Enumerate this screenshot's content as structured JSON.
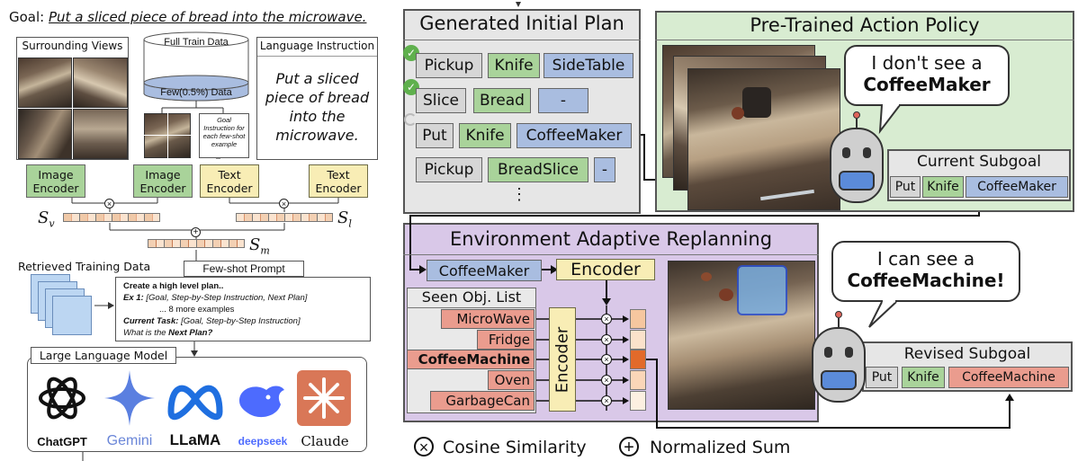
{
  "left": {
    "goal_label": "Goal:",
    "goal_text": "Put a sliced piece of bread into the microwave.",
    "surrounding_views": "Surrounding Views",
    "full_train_data": "Full Train Data",
    "few_data": "Few(0.5%) Data",
    "goal_instruction_note": "Goal Instruction for each few-shot example",
    "language_instruction_title": "Language Instruction",
    "language_instruction_text": "Put a sliced piece of bread into the microwave.",
    "image_encoder_1": "Image Encoder",
    "image_encoder_2": "Image Encoder",
    "text_encoder_1": "Text Encoder",
    "text_encoder_2": "Text Encoder",
    "sv": "S",
    "sv_sub": "v",
    "sl": "S",
    "sl_sub": "l",
    "sm": "S",
    "sm_sub": "m",
    "retrieved": "Retrieved Training Data",
    "few_shot_prompt": "Few-shot Prompt",
    "prompt_line1": "Create a high level plan..",
    "prompt_line2_label": "Ex 1:",
    "prompt_line2_text": "[Goal, Step-by-Step Instruction, Next Plan]",
    "prompt_line3": "... 8 more examples",
    "prompt_line4_label": "Current Task:",
    "prompt_line4_text": "[Goal, Step-by-Step Instruction]",
    "prompt_line5_text": "What is the",
    "prompt_line5_bold": "Next Plan?",
    "llm_title": "Large Language Model",
    "logos": [
      "ChatGPT",
      "Gemini",
      "LLaMA",
      "deepseek",
      "Claude"
    ]
  },
  "plan": {
    "title": "Generated Initial Plan",
    "rows": [
      {
        "action": "Pickup",
        "object": "Knife",
        "target": "SideTable"
      },
      {
        "action": "Slice",
        "object": "Bread",
        "target": "-"
      },
      {
        "action": "Put",
        "object": "Knife",
        "target": "CoffeeMaker"
      },
      {
        "action": "Pickup",
        "object": "BreadSlice",
        "target": "-"
      }
    ],
    "more": "⋮"
  },
  "policy": {
    "title": "Pre-Trained Action Policy",
    "bubble_line1": "I don't see a",
    "bubble_line2": "CoffeeMaker",
    "current_subgoal_title": "Current Subgoal",
    "current_subgoal": [
      "Put",
      "Knife",
      "CoffeeMaker"
    ]
  },
  "replan": {
    "title": "Environment Adaptive Replanning",
    "query": "CoffeeMaker",
    "encoder_top": "Encoder",
    "encoder_side": "Encoder",
    "seen_list_title": "Seen Obj. List",
    "objects": [
      "MicroWave",
      "Fridge",
      "CoffeeMachine",
      "Oven",
      "GarbageCan"
    ],
    "bubble_line1": "I can see a",
    "bubble_line2": "CoffeeMachine!",
    "revised_subgoal_title": "Revised Subgoal",
    "revised_subgoal": [
      "Put",
      "Knife",
      "CoffeeMachine"
    ]
  },
  "legend": {
    "cosine": "Cosine Similarity",
    "sum": "Normalized Sum"
  }
}
